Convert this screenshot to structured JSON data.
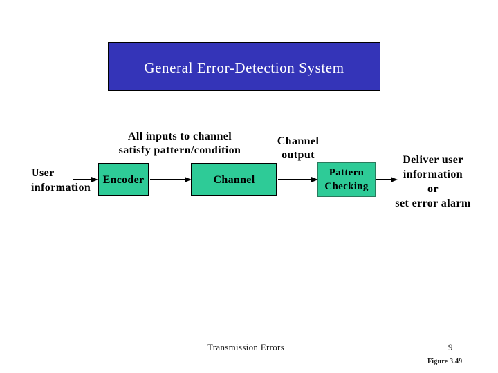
{
  "title": {
    "text": "General Error-Detection System"
  },
  "labels": {
    "input_condition": "All inputs to channel\nsatisfy pattern/condition",
    "channel_output": "Channel\noutput",
    "user_information": "User\ninformation",
    "deliver_result": "Deliver user\ninformation\nor\nset error alarm"
  },
  "boxes": {
    "encoder": "Encoder",
    "channel": "Channel",
    "pattern_checking": "Pattern\nChecking"
  },
  "footer": {
    "caption": "Transmission Errors",
    "page_number": "9",
    "figure_label": "Figure 3.49"
  },
  "colors": {
    "title_bg": "#3434b8",
    "box_green": "#2ecb97",
    "text": "#000000",
    "title_text": "#ffffff"
  }
}
